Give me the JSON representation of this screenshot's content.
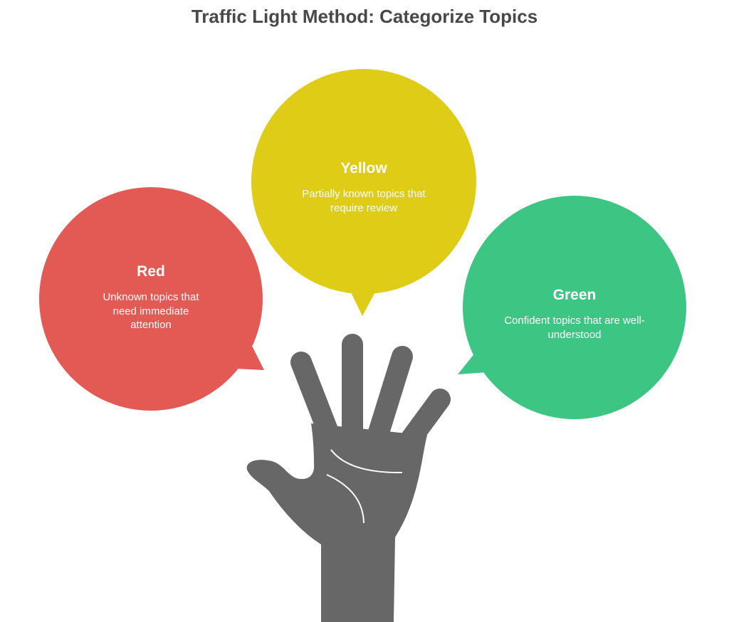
{
  "title": "Traffic Light Method: Categorize Topics",
  "colors": {
    "red": "#E35953",
    "yellow": "#DECC17",
    "green": "#3DC584",
    "hand": "#676767"
  },
  "bubbles": [
    {
      "heading": "Red",
      "description": "Unknown topics that need immediate attention"
    },
    {
      "heading": "Yellow",
      "description": "Partially known topics that require review"
    },
    {
      "heading": "Green",
      "description": "Confident topics that are well-understood"
    }
  ]
}
